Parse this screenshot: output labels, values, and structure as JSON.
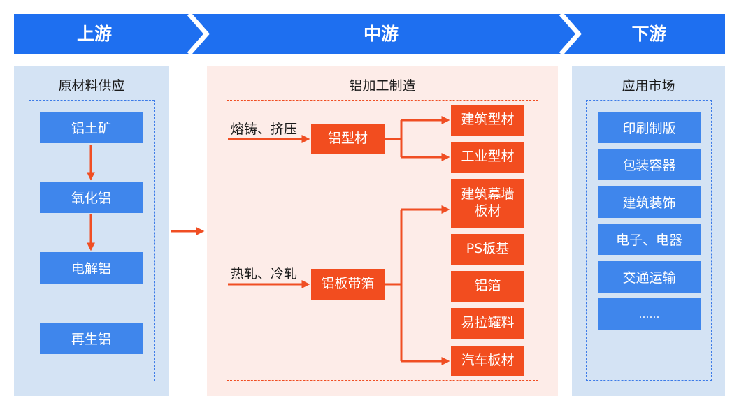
{
  "header": {
    "upstream": "上游",
    "midstream": "中游",
    "downstream": "下游"
  },
  "upstream": {
    "title": "原材料供应",
    "items": [
      "铝土矿",
      "氧化铝",
      "电解铝",
      "再生铝"
    ]
  },
  "midstream": {
    "title": "铝加工制造",
    "process_1": "熔铸、挤压",
    "process_2": "热轧、冷轧",
    "product_1": "铝型材",
    "product_2": "铝板带箔",
    "outputs_1": [
      "建筑型材",
      "工业型材"
    ],
    "outputs_2": [
      "建筑幕墙\n板材",
      "PS板基",
      "铝箔",
      "易拉罐料",
      "汽车板材"
    ]
  },
  "downstream": {
    "title": "应用市场",
    "items": [
      "印刷制版",
      "包装容器",
      "建筑装饰",
      "电子、电器",
      "交通运输",
      "……"
    ]
  },
  "colors": {
    "header_blue": "#1e6ff0",
    "box_blue": "#3f86ec",
    "box_orange": "#f24d1f",
    "panel_blue": "#d4e3f4",
    "panel_pink": "#fdece8"
  }
}
